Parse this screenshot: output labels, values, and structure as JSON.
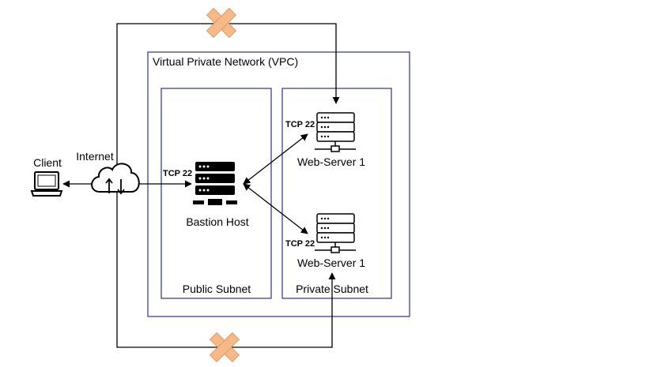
{
  "vpc": {
    "label": "Virtual Private Network (VPC)"
  },
  "public_subnet": {
    "label": "Public Subnet"
  },
  "private_subnet": {
    "label": "Private Subnet"
  },
  "client": {
    "label": "Client"
  },
  "internet": {
    "label": "Internet"
  },
  "bastion": {
    "label": "Bastion Host",
    "port": "TCP 22"
  },
  "web_server_top": {
    "label": "Web-Server 1",
    "port": "TCP 22"
  },
  "web_server_bottom": {
    "label": "Web-Server 1",
    "port": "TCP 22"
  },
  "colors": {
    "vpc_border": "#2e3192",
    "blocked_fill": "#f5b98a",
    "blocked_stroke": "#e59a5a"
  }
}
